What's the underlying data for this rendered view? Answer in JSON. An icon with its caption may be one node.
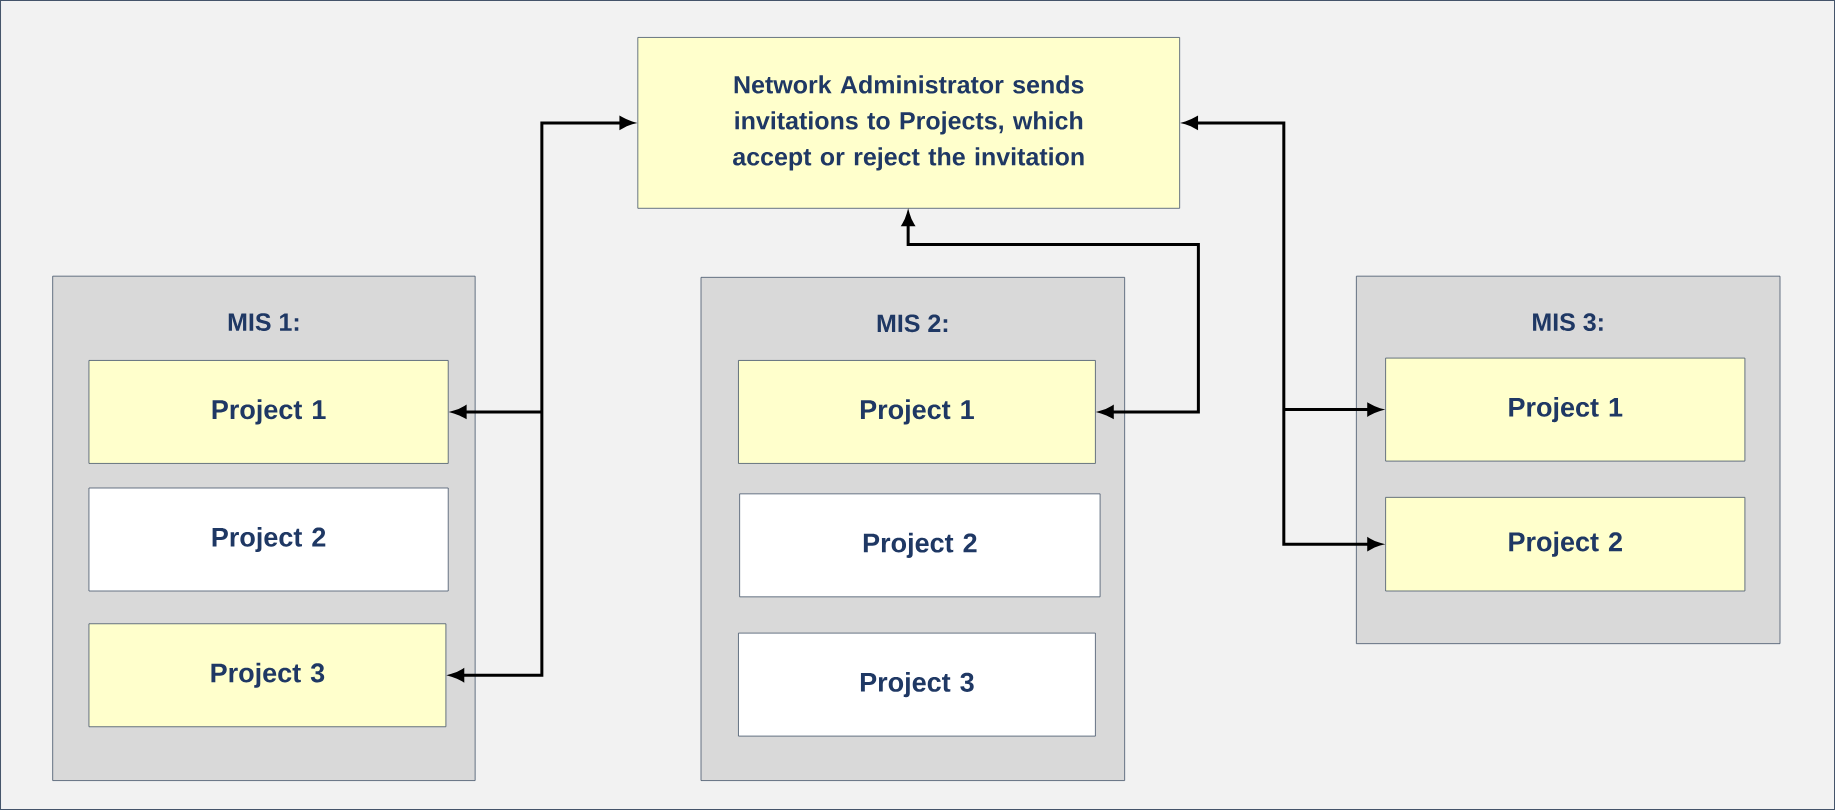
{
  "diagram": {
    "nodes": [
      {
        "text": [
          "Network Administrator sends invitations to Projects, which accept or reject the invitation"
        ]
      },
      {
        "text": [
          "MIS 1:"
        ]
      },
      {
        "text": [
          "Project 1"
        ],
        "in": 1
      },
      {
        "text": [
          "Project 2"
        ],
        "in": 1
      },
      {
        "text": [
          "Project 3"
        ],
        "in": 1
      },
      {
        "text": [
          "MIS 2:"
        ]
      },
      {
        "text": [
          "Project 1"
        ],
        "in": 5
      },
      {
        "text": [
          "Project 2"
        ],
        "in": 5
      },
      {
        "text": [
          "Project 3"
        ],
        "in": 5
      },
      {
        "text": [
          "MIS 3:"
        ]
      },
      {
        "text": [
          "Project 1"
        ],
        "in": 9
      },
      {
        "text": [
          "Project 2"
        ],
        "in": 9
      }
    ],
    "edges": [
      {
        "from": 0,
        "to": 2,
        "arrow": "both"
      },
      {
        "from": 0,
        "to": 4,
        "arrow": "both"
      },
      {
        "from": 6,
        "to": 0,
        "arrow": "both"
      },
      {
        "from": 0,
        "to": 10,
        "arrow": "both"
      },
      {
        "from": 0,
        "to": 11,
        "arrow": "both"
      }
    ]
  }
}
